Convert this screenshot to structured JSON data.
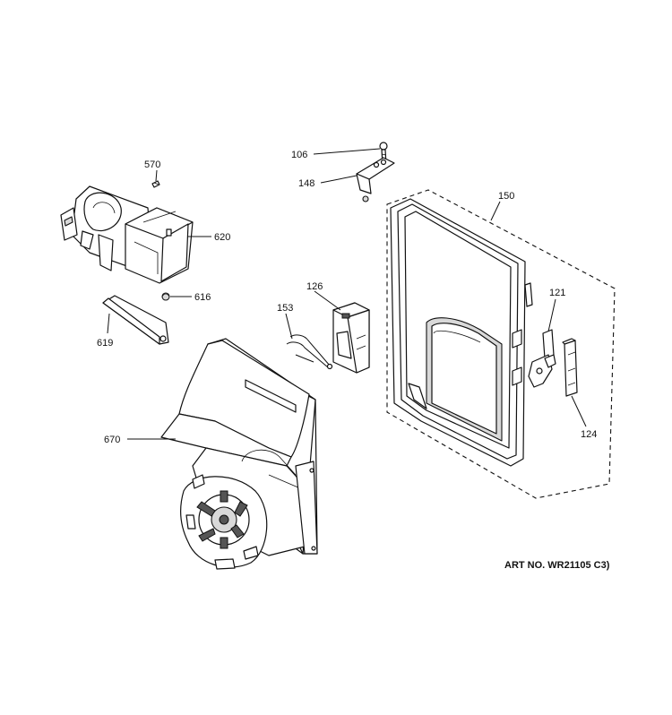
{
  "callouts": {
    "c106": "106",
    "c148": "148",
    "c150": "150",
    "c570": "570",
    "c620": "620",
    "c616": "616",
    "c619": "619",
    "c126": "126",
    "c153": "153",
    "c121": "121",
    "c124": "124",
    "c670": "670"
  },
  "art_number": "ART NO. WR21105 C3)"
}
